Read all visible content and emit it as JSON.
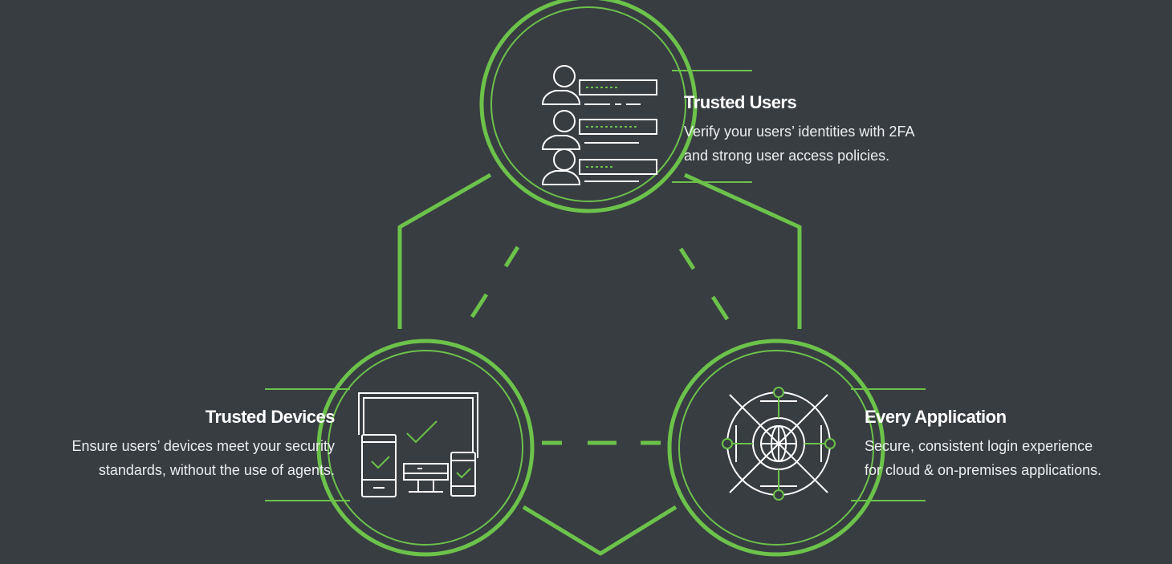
{
  "colors": {
    "background": "#383d42",
    "accent": "#6cc24a",
    "icon_stroke": "#ffffff",
    "text": "#ffffff"
  },
  "nodes": [
    {
      "id": "users",
      "title": "Trusted Users",
      "line1": "Verify your users’ identities with 2FA",
      "line2": "and strong user access policies.",
      "icon": "users-list-icon"
    },
    {
      "id": "devices",
      "title": "Trusted Devices",
      "line1": "Ensure users’ devices meet your security",
      "line2": "standards, without the use of agents.",
      "icon": "devices-check-icon"
    },
    {
      "id": "apps",
      "title": "Every Application",
      "line1": "Secure, consistent login experience",
      "line2": "for cloud & on-premises applications.",
      "icon": "globe-network-icon"
    }
  ]
}
